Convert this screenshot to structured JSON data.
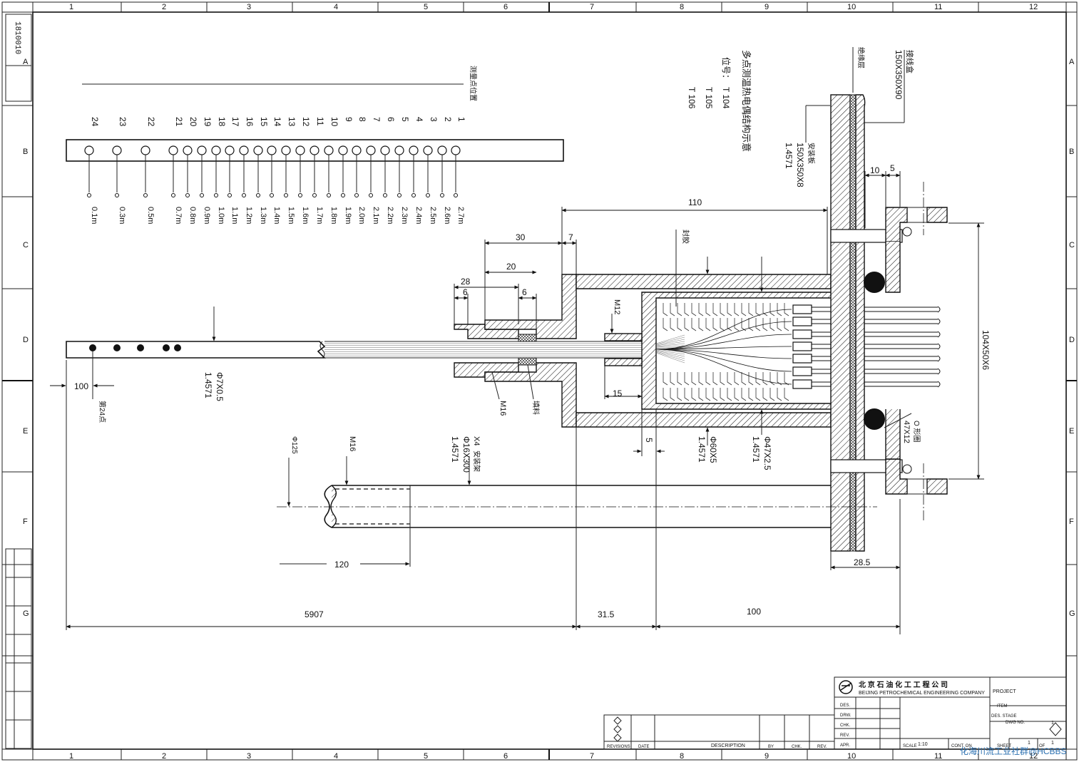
{
  "border": {
    "columns": [
      "1",
      "2",
      "3",
      "4",
      "5",
      "6",
      "7",
      "8",
      "9",
      "10",
      "11",
      "12"
    ],
    "rows": [
      "A",
      "B",
      "C",
      "D",
      "E",
      "F",
      "G"
    ]
  },
  "drawing_number_stamp": "1810010",
  "title": {
    "main": "多点测温热电偶结构示意",
    "tag_prefix": "位号：",
    "tags": [
      "T 104",
      "T 105",
      "T 106"
    ]
  },
  "measure_points_label": "测量点位置",
  "points": [
    {
      "no": "1",
      "depth": "2.7m"
    },
    {
      "no": "2",
      "depth": "2.6m"
    },
    {
      "no": "3",
      "depth": "2.5m"
    },
    {
      "no": "4",
      "depth": "2.4m"
    },
    {
      "no": "5",
      "depth": "2.3m"
    },
    {
      "no": "6",
      "depth": "2.2m"
    },
    {
      "no": "7",
      "depth": "2.1m"
    },
    {
      "no": "8",
      "depth": "2.0m"
    },
    {
      "no": "9",
      "depth": "1.9m"
    },
    {
      "no": "10",
      "depth": "1.8m"
    },
    {
      "no": "11",
      "depth": "1.7m"
    },
    {
      "no": "12",
      "depth": "1.6m"
    },
    {
      "no": "13",
      "depth": "1.5m"
    },
    {
      "no": "14",
      "depth": "1.4m"
    },
    {
      "no": "15",
      "depth": "1.3m"
    },
    {
      "no": "16",
      "depth": "1.2m"
    },
    {
      "no": "17",
      "depth": "1.1m"
    },
    {
      "no": "18",
      "depth": "1.0m"
    },
    {
      "no": "19",
      "depth": "0.9m"
    },
    {
      "no": "20",
      "depth": "0.8m"
    },
    {
      "no": "21",
      "depth": "0.7m"
    },
    {
      "no": "22",
      "depth": "0.5m"
    },
    {
      "no": "23",
      "depth": "0.3m"
    },
    {
      "no": "24",
      "depth": "0.1m"
    }
  ],
  "labels": {
    "junction_box": "接线盒",
    "junction_box_size": "150X350X90",
    "insulation": "绝缘层",
    "mounting_plate": "安装板",
    "mounting_plate_size": "150X350X8",
    "mounting_plate_mat": "1.4571",
    "seal": "封胶",
    "packing": "填料",
    "tube_spec": "Φ7X0.5",
    "tube_mat": "1.4571",
    "point24": "第24点",
    "phi125": "Φ125",
    "m16_bottom": "M16",
    "m16_left": "M16",
    "m12": "M12",
    "bracket_qty": "X4",
    "bracket_label": "安装架",
    "bracket_size": "Φ16X300",
    "bracket_mat": "1.4571",
    "shell_spec": "Φ60X5",
    "shell_mat": "1.4571",
    "inner_spec": "Φ47X2.5",
    "inner_mat": "1.4571",
    "oring": "O 形圈",
    "oring_size": "47X12",
    "flange_size": "104X50X6"
  },
  "dimensions": {
    "d110": "110",
    "d30": "30",
    "d7": "7",
    "d28": "28",
    "d20": "20",
    "d6a": "6",
    "d6b": "6",
    "d10": "10",
    "d5": "5",
    "d15": "15",
    "d5b": "5",
    "d100_left": "100",
    "d120": "120",
    "d28_5": "28.5",
    "d5907": "5907",
    "d31_5": "31.5",
    "d100_bottom": "100"
  },
  "title_block": {
    "company_cn": "北 京 石 油 化 工 工 程 公 司",
    "company_en": "BEIJING PETROCHEMICAL ENGINEERING COMPANY",
    "project": "PROJECT",
    "item": "ITEM",
    "des_stage": "DES. STAGE",
    "dwg_no": "DWG NO.",
    "des": "DES.",
    "drw": "DRW.",
    "chk": "CHK.",
    "rev": "REV.",
    "apr": "APR.",
    "scale_label": "SCALE",
    "scale_value": "1:10",
    "cont_on": "CONT. ON",
    "sheet": "SHEET",
    "of": "OF",
    "sheet_no": "1",
    "of_no": "1",
    "rev_value": "1",
    "revisions": "REVISIONS",
    "date": "DATE",
    "description": "DESCRIPTION",
    "by": "BY",
    "chk_col": "CHK.",
    "rev_col": "REV."
  },
  "watermark": "化海川流工业社群@HCBBS"
}
